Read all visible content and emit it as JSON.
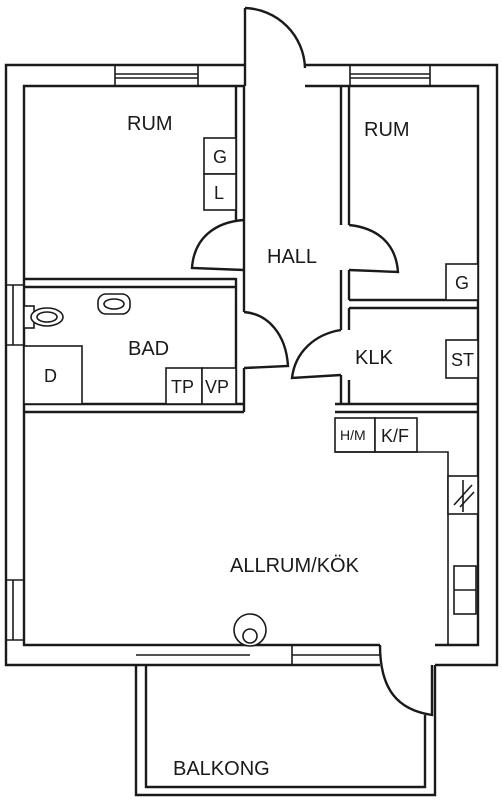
{
  "rooms": {
    "rum_left": "RUM",
    "rum_right": "RUM",
    "hall": "HALL",
    "bad": "BAD",
    "klk": "KLK",
    "allrum": "ALLRUM/KÖK",
    "balkong": "BALKONG"
  },
  "fixtures": {
    "wardrobe_g_left": "G",
    "wardrobe_l_left": "L",
    "wardrobe_g_right": "G",
    "dryer": "D",
    "tp": "TP",
    "vp": "VP",
    "st": "ST",
    "hm": "H/M",
    "kf": "K/F"
  }
}
